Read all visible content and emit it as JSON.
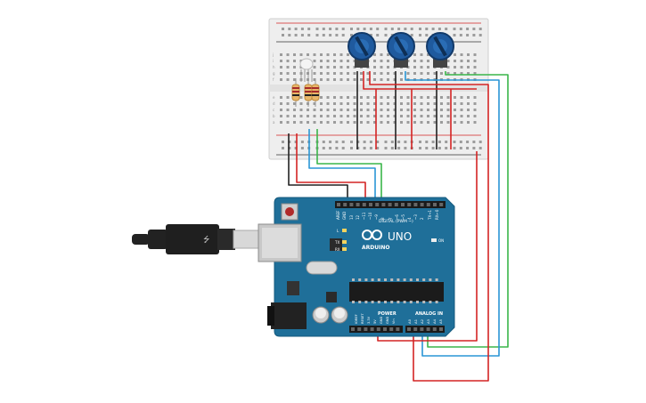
{
  "board": {
    "brand": "ARDUINO",
    "model": "UNO",
    "digital_label": "DIGITAL (PWM ~)",
    "power_label": "POWER",
    "analog_label": "ANALOG IN",
    "reset_label": "RESET",
    "aref_label": "AREF",
    "gnd_label": "GND",
    "on_label": "ON",
    "l_label": "L",
    "tx_label": "TX",
    "rx_label": "RX",
    "digital_pins": [
      "13",
      "12",
      "~11",
      "~10",
      "~9",
      "8",
      "7",
      "~6",
      "~5",
      "4",
      "~3",
      "2",
      "TX→1",
      "RX←0"
    ],
    "power_pins": [
      "IOREF",
      "RESET",
      "3.3V",
      "5V",
      "GND",
      "GND",
      "Vin"
    ],
    "analog_pins": [
      "A0",
      "A1",
      "A2",
      "A3",
      "A4",
      "A5"
    ]
  },
  "breadboard": {
    "row_letters_top": [
      "j",
      "i",
      "h",
      "g",
      "f"
    ],
    "row_letters_bottom": [
      "e",
      "d",
      "c",
      "b",
      "a"
    ]
  },
  "colors": {
    "board": "#1f6f99",
    "wire_red": "#d42424",
    "wire_black": "#222222",
    "wire_blue": "#2a96d6",
    "wire_green": "#3ab54a",
    "pot_blue": "#1f5a9e"
  }
}
